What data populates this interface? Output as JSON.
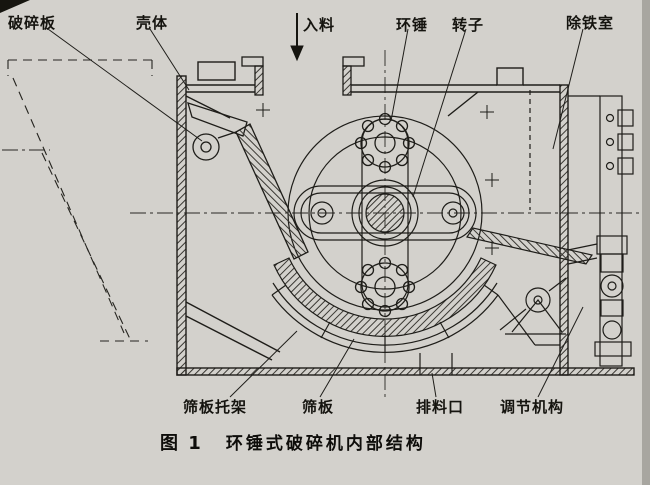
{
  "figure": {
    "type": "technical-diagram",
    "caption": {
      "prefix": "图 1",
      "title": "环锤式破碎机内部结构"
    },
    "labels": {
      "top": [
        "破碎板",
        "壳体",
        "入料",
        "环锤",
        "转子",
        "除铁室"
      ],
      "bottom": [
        "筛板托架",
        "筛板",
        "排料口",
        "调节机构"
      ]
    },
    "icons": {
      "feed_arrow": "↓"
    },
    "colors": {
      "paper": "#d3d1cc",
      "ink": "#1e1d19"
    }
  }
}
